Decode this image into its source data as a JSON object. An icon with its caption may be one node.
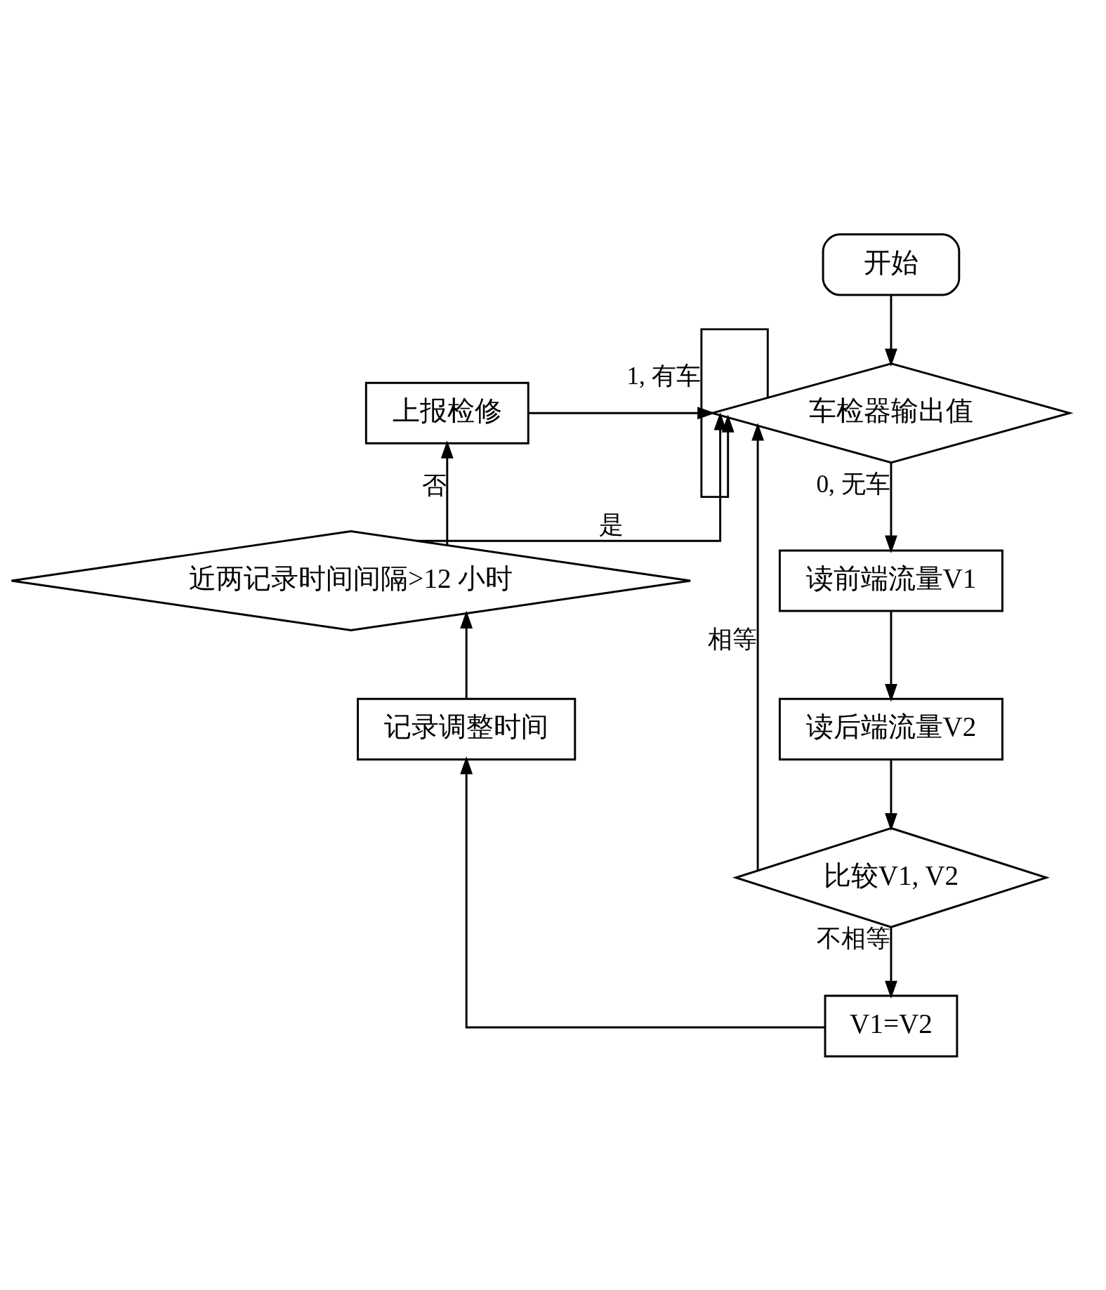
{
  "diagram": {
    "nodes": [
      {
        "text": [
          "开始"
        ]
      },
      {
        "text": [
          "车检器输出值"
        ]
      },
      {
        "text": [
          "读前端流量V1"
        ]
      },
      {
        "text": [
          "读后端流量V2"
        ]
      },
      {
        "text": [
          "比较V1, V2"
        ]
      },
      {
        "text": [
          "V1=V2"
        ]
      },
      {
        "text": [
          "记录调整时间"
        ]
      },
      {
        "text": [
          "近两记录时间间隔>12 小时"
        ]
      },
      {
        "text": [
          "上报检修"
        ]
      }
    ],
    "edges": [
      {
        "from": 0,
        "to": 1,
        "arrow": "to"
      },
      {
        "from": 1,
        "to": 1,
        "arrow": "to",
        "label": "1, 有车"
      },
      {
        "from": 1,
        "to": 2,
        "arrow": "to",
        "label": "0, 无车"
      },
      {
        "from": 2,
        "to": 3,
        "arrow": "to"
      },
      {
        "from": 3,
        "to": 4,
        "arrow": "to"
      },
      {
        "from": 4,
        "to": 1,
        "arrow": "to",
        "label": "相等"
      },
      {
        "from": 4,
        "to": 5,
        "arrow": "to",
        "label": "不相等"
      },
      {
        "from": 5,
        "to": 6,
        "arrow": "to"
      },
      {
        "from": 6,
        "to": 7,
        "arrow": "to"
      },
      {
        "from": 7,
        "to": 8,
        "arrow": "to",
        "label": "否"
      },
      {
        "from": 7,
        "to": 1,
        "arrow": "to",
        "label": "是"
      },
      {
        "from": 8,
        "to": 1,
        "arrow": "to"
      }
    ]
  }
}
